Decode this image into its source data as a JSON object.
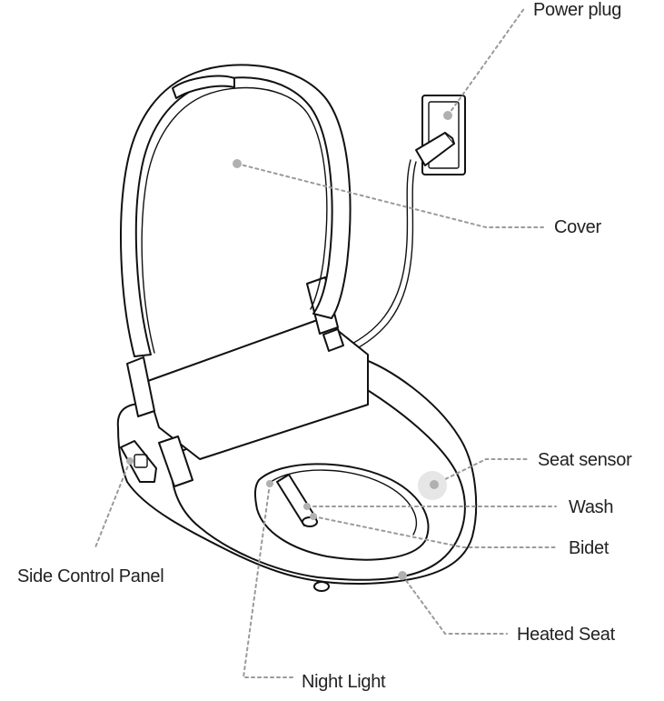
{
  "diagram": {
    "labels": {
      "power_plug": "Power plug",
      "cover": "Cover",
      "seat_sensor": "Seat sensor",
      "wash": "Wash",
      "bidet": "Bidet",
      "side_control_panel": "Side Control Panel",
      "heated_seat": "Heated Seat",
      "night_light": "Night Light"
    },
    "colors": {
      "outline": "#111111",
      "leader_line": "#9a9a9a",
      "callout_dot": "#b0b0b0",
      "label_text": "#222222"
    }
  }
}
